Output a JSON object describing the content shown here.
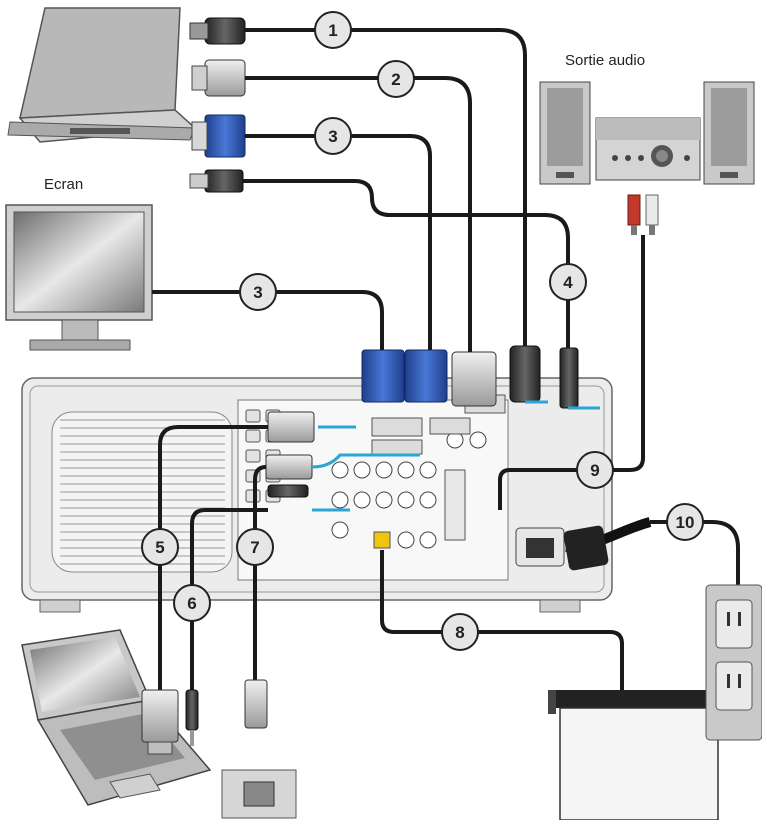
{
  "labels": {
    "audio_out": "Sortie audio",
    "monitor": "Ecran"
  },
  "callouts": [
    "1",
    "2",
    "3",
    "3",
    "4",
    "5",
    "6",
    "7",
    "8",
    "9",
    "10"
  ],
  "colors": {
    "cable": "#1a1a1a",
    "badge_fill": "#e6e6e6",
    "badge_stroke": "#222222",
    "link_blue": "#2aa6d6",
    "body_gray": "#d9d9d9"
  }
}
